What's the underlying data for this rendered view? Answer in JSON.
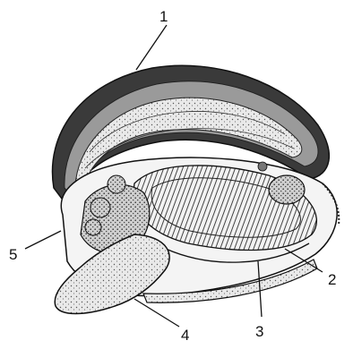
{
  "labels": {
    "l1": "1",
    "l2": "2",
    "l3": "3",
    "l4": "4",
    "l5": "5"
  },
  "colors": {
    "ink": "#111111",
    "shell_dark": "#1e1e1e",
    "shell_mid": "#6e6e6e",
    "body_fill": "#d9d9d9",
    "gill_fill": "#c8c8c8",
    "paper": "#ffffff"
  }
}
